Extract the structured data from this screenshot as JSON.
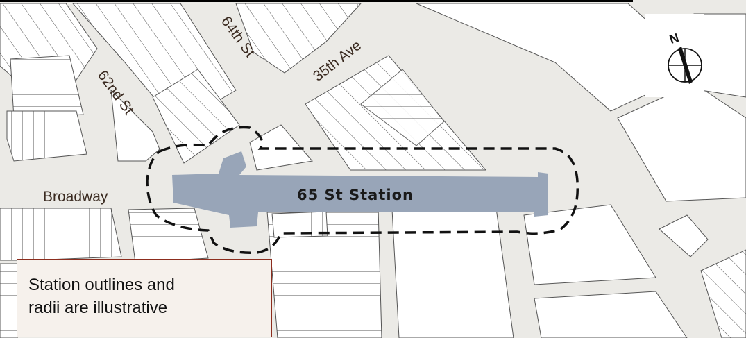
{
  "map": {
    "background_color": "#ebeae6",
    "block_color": "#ffffff",
    "station_color": "#98a5b8",
    "outline_color": "#111111"
  },
  "streets": {
    "broadway": "Broadway",
    "st62": "62nd St",
    "st64": "64th St",
    "ave35": "35th Ave"
  },
  "station": {
    "name": "65 St Station"
  },
  "compass": {
    "north_letter": "N",
    "icon": "north-arrow-icon"
  },
  "note": {
    "line1": "Station outlines and",
    "line2": "radii are illustrative",
    "border_color": "#8c2d1e"
  }
}
